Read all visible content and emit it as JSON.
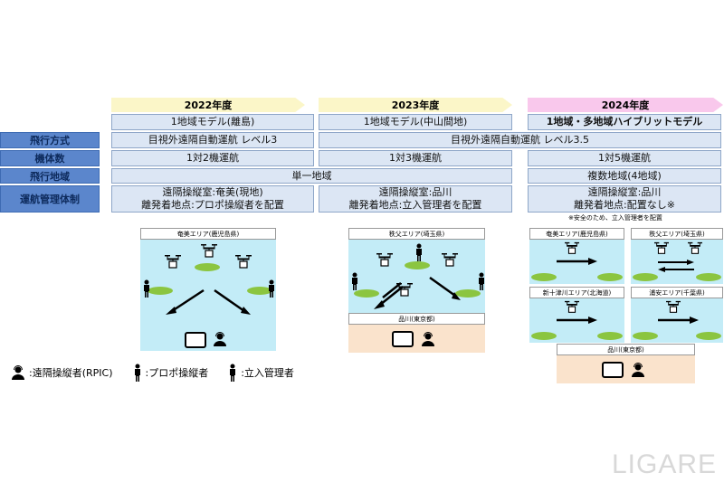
{
  "years": [
    "2022年度",
    "2023年度",
    "2024年度"
  ],
  "row_labels": {
    "method": "飛行方式",
    "units": "機体数",
    "area": "飛行地域",
    "management": "運航管理体制"
  },
  "models": [
    "1地域モデル(離島)",
    "1地域モデル(中山間地)",
    "1地域・多地域ハイブリットモデル"
  ],
  "method": [
    "目視外遠隔自動運航 レベル3",
    "目視外遠隔自動運航 レベル3.5"
  ],
  "units": [
    "1対2機運航",
    "1対3機運航",
    "1対5機運航"
  ],
  "area": [
    "単一地域",
    "複数地域(4地域)"
  ],
  "management": [
    {
      "l1": "遠隔操縦室:奄美(現地)",
      "l2": "離発着地点:プロポ操縦者を配置"
    },
    {
      "l1": "遠隔操縦室:品川",
      "l2": "離発着地点:立入管理者を配置"
    },
    {
      "l1": "遠隔操縦室:品川",
      "l2": "離発着地点:配置なし※"
    }
  ],
  "footnote": "※安全のため、立入管理者を配置",
  "panels": {
    "p2022": "奄美エリア(鹿児島県)",
    "p2023": "秩父エリア(埼玉県)",
    "shinagawa": "品川(東京都)",
    "p2024": [
      "奄美エリア(鹿児島県)",
      "秩父エリア(埼玉県)",
      "新十津川エリア(北海道)",
      "浦安エリア(千葉県)"
    ]
  },
  "legend": {
    "rpic": ":遠隔操縦者(RPIC)",
    "propo": ":プロポ操縦者",
    "guard": ":立入管理者"
  },
  "watermark": "LIGARE",
  "colors": {
    "label_bg": "#5b86cc",
    "cell_bg": "#dce6f4",
    "year_2022": "#fbf6c8",
    "year_2024": "#f9c8ec",
    "sky": "#c3ecf7",
    "pad": "#8bc540"
  }
}
